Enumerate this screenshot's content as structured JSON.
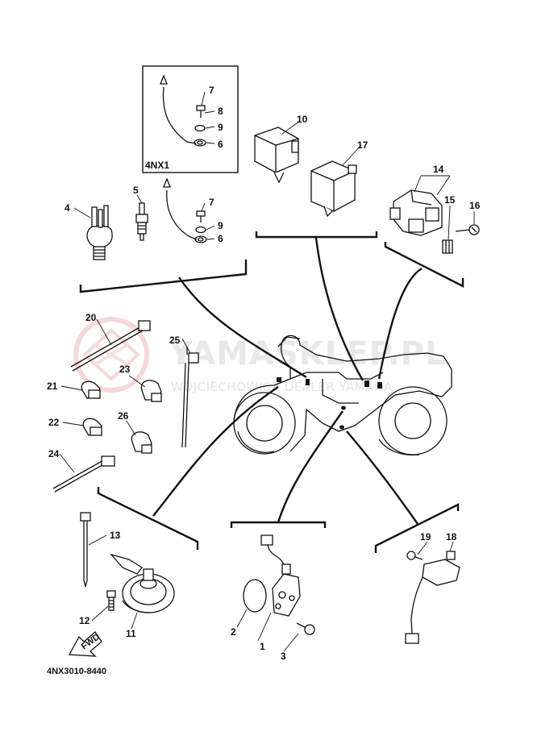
{
  "diagram": {
    "reference_code": "4NX3010-8440",
    "inset_label": "4NX1",
    "arrow_label": "FWD",
    "watermark": {
      "brand": "YAMASKLEP.PL",
      "subtitle": "WOJCIECHOWICZ DEALER YAMAHA",
      "color": "#e8e8e8"
    },
    "parts": [
      {
        "id": "p1",
        "number": "1"
      },
      {
        "id": "p2",
        "number": "2"
      },
      {
        "id": "p3",
        "number": "3"
      },
      {
        "id": "p4",
        "number": "4"
      },
      {
        "id": "p5",
        "number": "5"
      },
      {
        "id": "p6a",
        "number": "6"
      },
      {
        "id": "p6b",
        "number": "6"
      },
      {
        "id": "p7a",
        "number": "7"
      },
      {
        "id": "p7b",
        "number": "7"
      },
      {
        "id": "p8",
        "number": "8"
      },
      {
        "id": "p9a",
        "number": "9"
      },
      {
        "id": "p9b",
        "number": "9"
      },
      {
        "id": "p10",
        "number": "10"
      },
      {
        "id": "p11",
        "number": "11"
      },
      {
        "id": "p12",
        "number": "12"
      },
      {
        "id": "p13",
        "number": "13"
      },
      {
        "id": "p14",
        "number": "14"
      },
      {
        "id": "p15",
        "number": "15"
      },
      {
        "id": "p16",
        "number": "16"
      },
      {
        "id": "p17",
        "number": "17"
      },
      {
        "id": "p18",
        "number": "18"
      },
      {
        "id": "p19",
        "number": "19"
      },
      {
        "id": "p20",
        "number": "20"
      },
      {
        "id": "p21",
        "number": "21"
      },
      {
        "id": "p22",
        "number": "22"
      },
      {
        "id": "p23",
        "number": "23"
      },
      {
        "id": "p24",
        "number": "24"
      },
      {
        "id": "p25",
        "number": "25"
      },
      {
        "id": "p26",
        "number": "26"
      }
    ]
  }
}
